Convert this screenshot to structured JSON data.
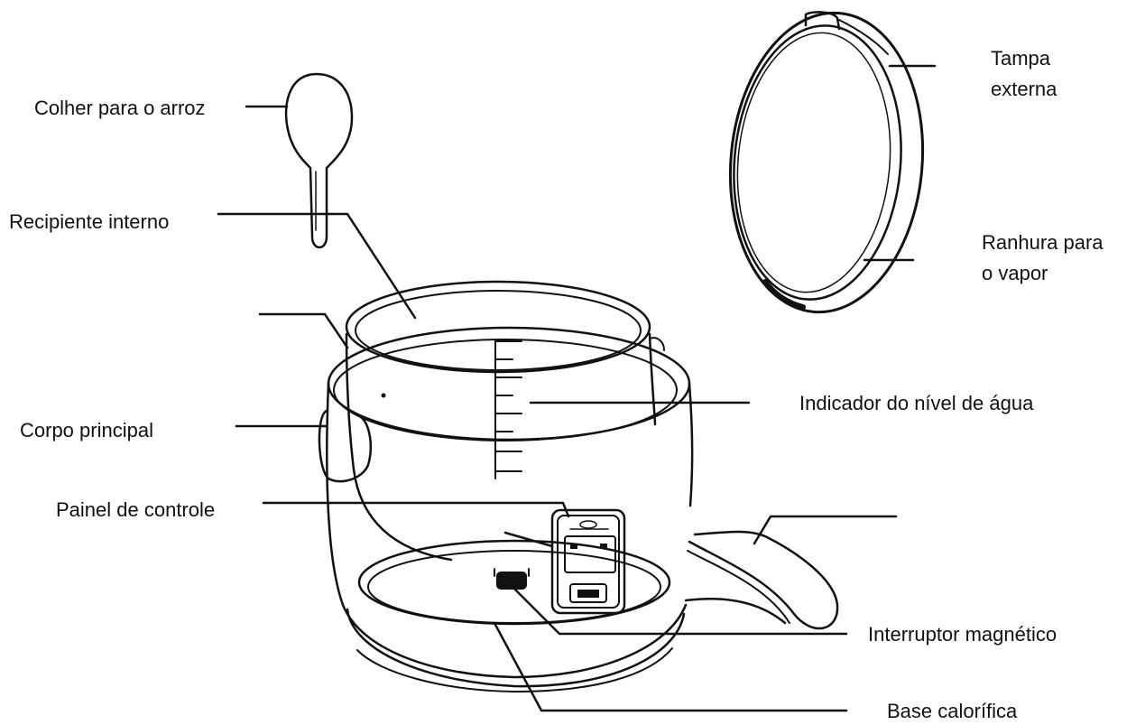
{
  "labels": {
    "rice_spoon": "Colher para o arroz",
    "inner_pot": "Recipiente interno",
    "main_body": "Corpo principal",
    "control_panel": "Painel de controle",
    "outer_lid": [
      "Tampa",
      "externa"
    ],
    "steam_groove": [
      "Ranhura para",
      "o vapor"
    ],
    "water_level": "Indicador do nível de água",
    "magnetic_switch": "Interruptor magnético",
    "heating_base": "Base calorífica"
  },
  "colors": {
    "line": "#111111",
    "background": "#ffffff"
  }
}
